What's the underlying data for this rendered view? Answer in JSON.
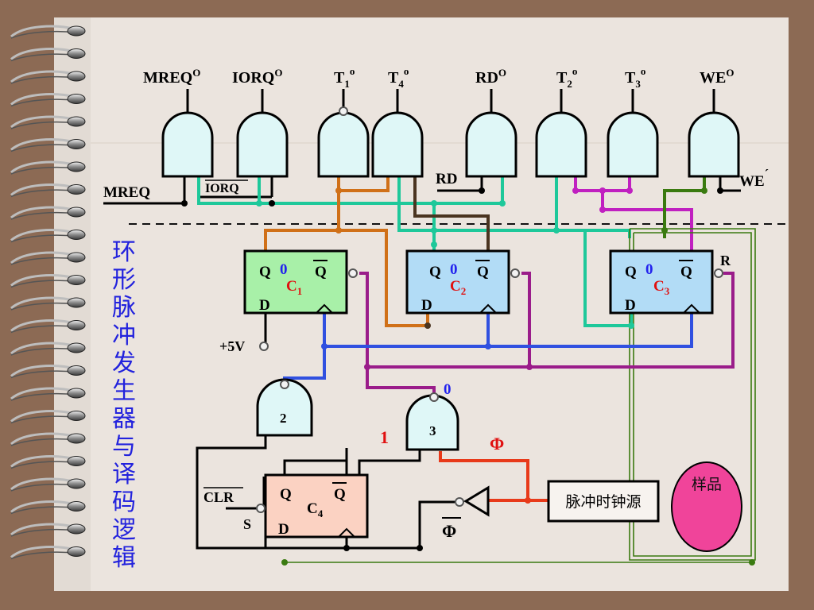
{
  "title": "环形脉冲发生器与译码逻辑",
  "top_outputs": [
    {
      "name": "MREQ",
      "sup": "O"
    },
    {
      "name": "IORQ",
      "sup": "O"
    },
    {
      "name": "T",
      "sub": "1",
      "sup": "o"
    },
    {
      "name": "T",
      "sub": "4",
      "sup": "o"
    },
    {
      "name": "RD",
      "sup": "O"
    },
    {
      "name": "T",
      "sub": "2",
      "sup": "o"
    },
    {
      "name": "T",
      "sub": "3",
      "sup": "o"
    },
    {
      "name": "WE",
      "sup": "O"
    }
  ],
  "inputs": {
    "mreq": "MREQ",
    "iorq": "IORQ",
    "rd": "RD",
    "we": "WE",
    "we_prime": "´"
  },
  "flipflops": [
    {
      "q": "Q",
      "qbar": "Q",
      "d": "D",
      "name": "C",
      "sub": "1",
      "init": "0"
    },
    {
      "q": "Q",
      "qbar": "Q",
      "d": "D",
      "name": "C",
      "sub": "2",
      "init": "0"
    },
    {
      "q": "Q",
      "qbar": "Q",
      "d": "D",
      "name": "C",
      "sub": "3",
      "init": "0"
    },
    {
      "q": "Q",
      "qbar": "Q",
      "d": "D",
      "name": "C",
      "sub": "4"
    }
  ],
  "labels": {
    "plus5v": "+5V",
    "reset": "R",
    "clr": "CLR",
    "set": "S",
    "gate2": "2",
    "gate3": "3",
    "one": "1",
    "zero": "0",
    "phi": "Φ",
    "phi_bar": "Φ",
    "clock_source": "脉冲时钟源",
    "sample": "样品"
  },
  "colors": {
    "page": "#ebe4de",
    "gate_fill": "#dff7f7",
    "c1_fill": "#a8f0a8",
    "c2c3_fill": "#b2dcf6",
    "c4_fill": "#fbd2c2",
    "sample_fill": "#f0449a",
    "wire_teal": "#1ec89a",
    "wire_orange": "#d07018",
    "wire_brown": "#4a3420",
    "wire_magenta": "#c020c0",
    "wire_purple": "#9a1c8a",
    "wire_blue": "#3050e0",
    "wire_red": "#e83a1a",
    "wire_green": "#3a7a10",
    "title_blue": "#2222dd"
  }
}
